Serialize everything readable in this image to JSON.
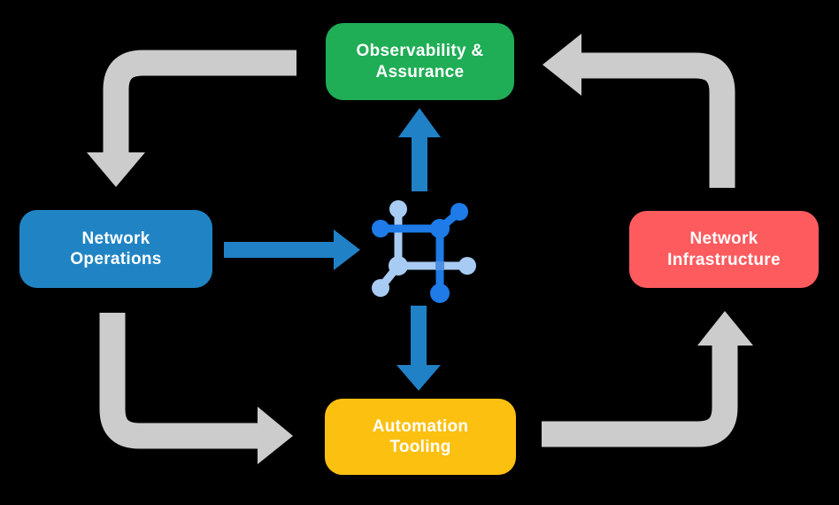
{
  "colors": {
    "background": "#000000",
    "green": "#1FAD56",
    "blue": "#2084C4",
    "red": "#FD5B5E",
    "yellow": "#FCC011",
    "arrow-gray": "#CCCCCC",
    "arrow-blue": "#2081C6",
    "icon-blue-dark": "#1E7BE8",
    "icon-blue-light": "#A8CBF3",
    "text": "#FFFFFF"
  },
  "diagram": {
    "nodes": {
      "observability": {
        "label": "Observability &\nAssurance",
        "color": "#1FAD56"
      },
      "operations": {
        "label": "Network\nOperations",
        "color": "#2084C4"
      },
      "infrastructure": {
        "label": "Network\nInfrastructure",
        "color": "#FD5B5E"
      },
      "automation": {
        "label": "Automation\nTooling",
        "color": "#FCC011"
      }
    },
    "center_icon": {
      "name": "network-mesh-icon"
    },
    "arrows": {
      "gray_cycle": [
        "observability-to-operations",
        "operations-to-automation",
        "automation-to-infrastructure",
        "infrastructure-to-observability"
      ],
      "blue_spokes": [
        "operations-to-center",
        "center-to-observability",
        "center-to-automation"
      ]
    }
  }
}
